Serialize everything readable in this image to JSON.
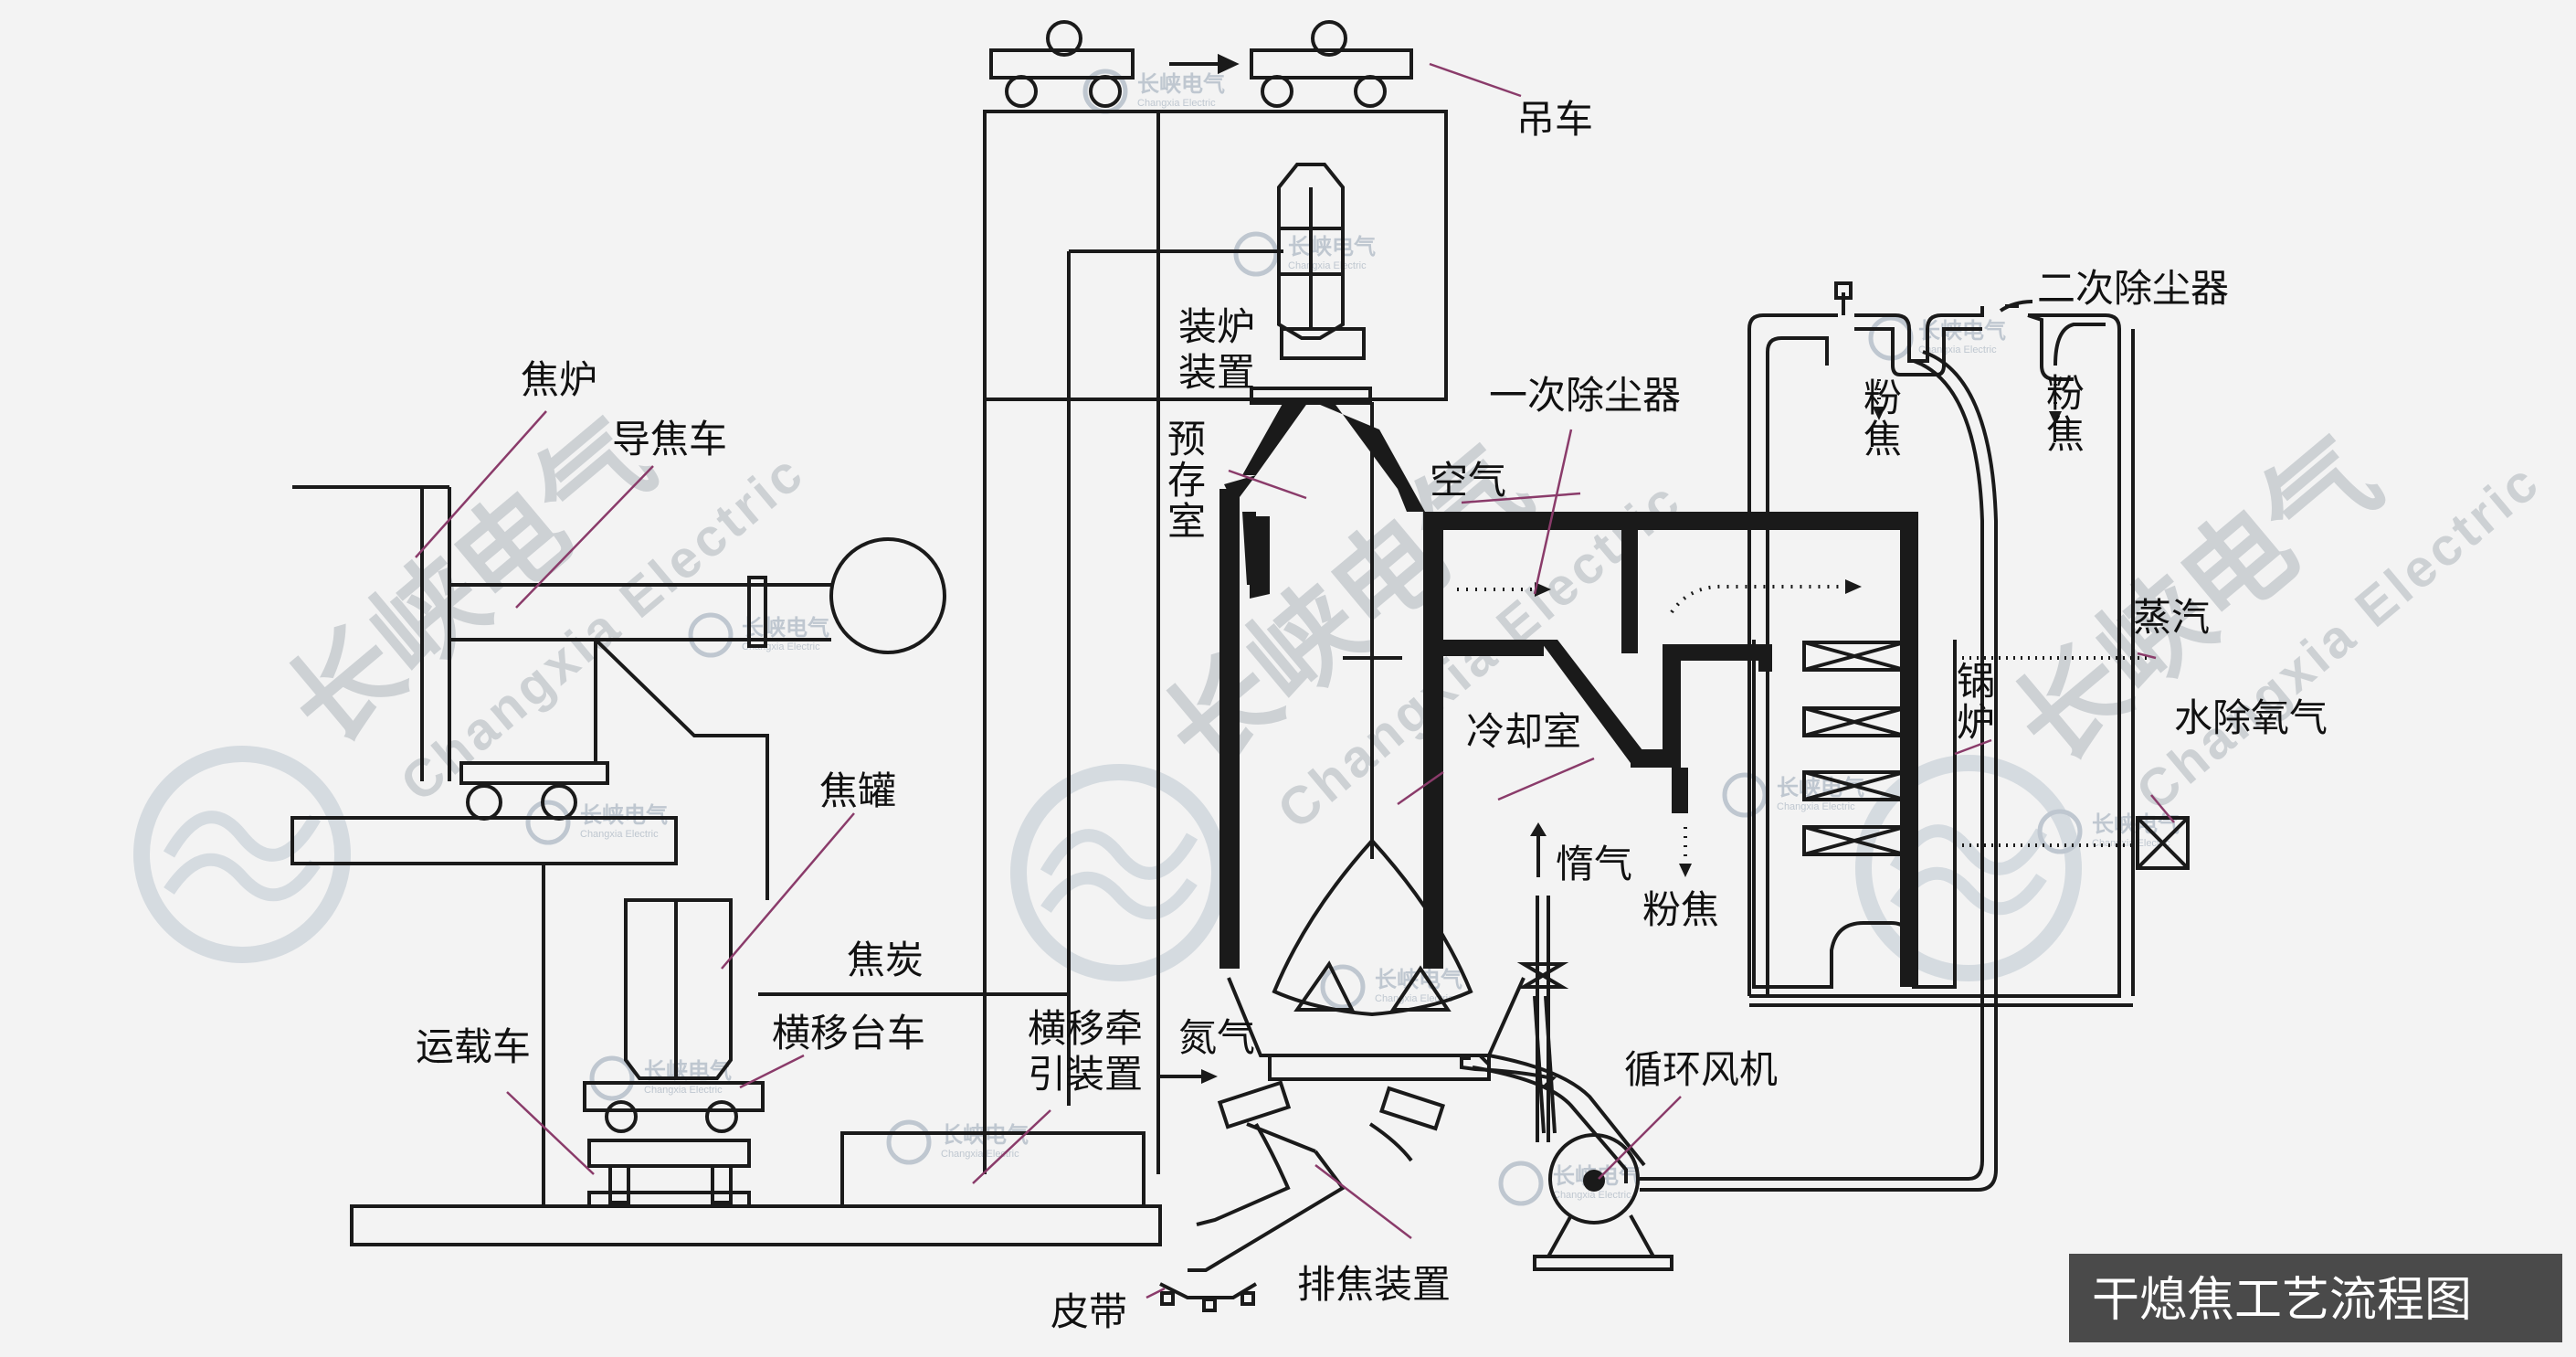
{
  "labels": {
    "hanging_car": "吊车",
    "secondary_dust_collector": "二次除尘器",
    "charging_device_1": "装炉",
    "charging_device_2": "装置",
    "coke_oven": "焦炉",
    "coke_guide_car": "导焦车",
    "primary_dust_collector": "一次除尘器",
    "coke_powder_left_1": "粉",
    "coke_powder_left_2": "焦",
    "coke_powder_right_1": "粉",
    "coke_powder_right_2": "焦",
    "prechamber_1": "预",
    "prechamber_2": "存",
    "prechamber_3": "室",
    "air": "空气",
    "steam": "蒸汽",
    "boiler_1": "锅",
    "boiler_2": "炉",
    "deaerated_water": "水除氧气",
    "cooling_chamber": "冷却室",
    "coke_tank": "焦罐",
    "inert_gas": "惰气",
    "coke_powder_mid": "粉焦",
    "hot_coke": "焦炭",
    "transport_car": "运载车",
    "traverse_car": "横移台车",
    "traverse_traction_1": "横移牵",
    "traverse_traction_2": "引装置",
    "nitrogen": "氮气",
    "circulating_fan": "循环风机",
    "belt": "皮带",
    "discharge_device": "排焦装置"
  },
  "title": "干熄焦工艺流程图",
  "watermark": {
    "brand_cn": "长峡电气",
    "brand_en": "Changxia Electric"
  },
  "colors": {
    "background": "#f3f3f3",
    "line": "#1a1a1a",
    "leader": "#8a3b6a",
    "title_bg": "#4a4a4a",
    "watermark": "#c9cdd1"
  }
}
